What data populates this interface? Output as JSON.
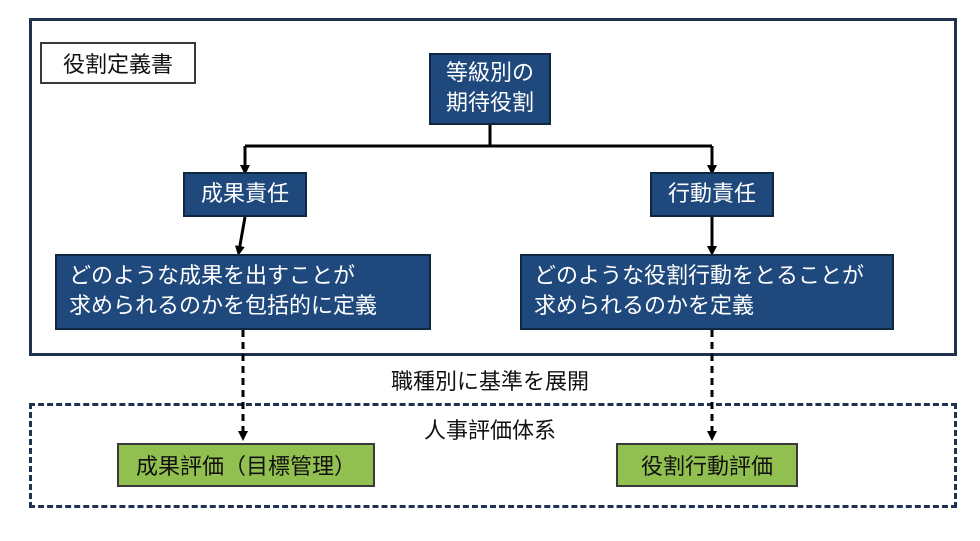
{
  "document_label": "役割定義書",
  "top_box": {
    "line1": "等級別の",
    "line2": "期待役割"
  },
  "branches": {
    "left": {
      "title": "成果責任",
      "desc_line1": "どのような成果を出すことが",
      "desc_line2": "求められるのかを包括的に定義"
    },
    "right": {
      "title": "行動責任",
      "desc_line1": "どのような役割行動をとることが",
      "desc_line2": "求められるのかを定義"
    }
  },
  "bridge_text": "職種別に基準を展開",
  "evaluation_system": {
    "title": "人事評価体系",
    "left": "成果評価（目標管理）",
    "right": "役割行動評価"
  },
  "colors": {
    "navy": "#1f497d",
    "green": "#92c050",
    "frame": "#1f3350"
  }
}
